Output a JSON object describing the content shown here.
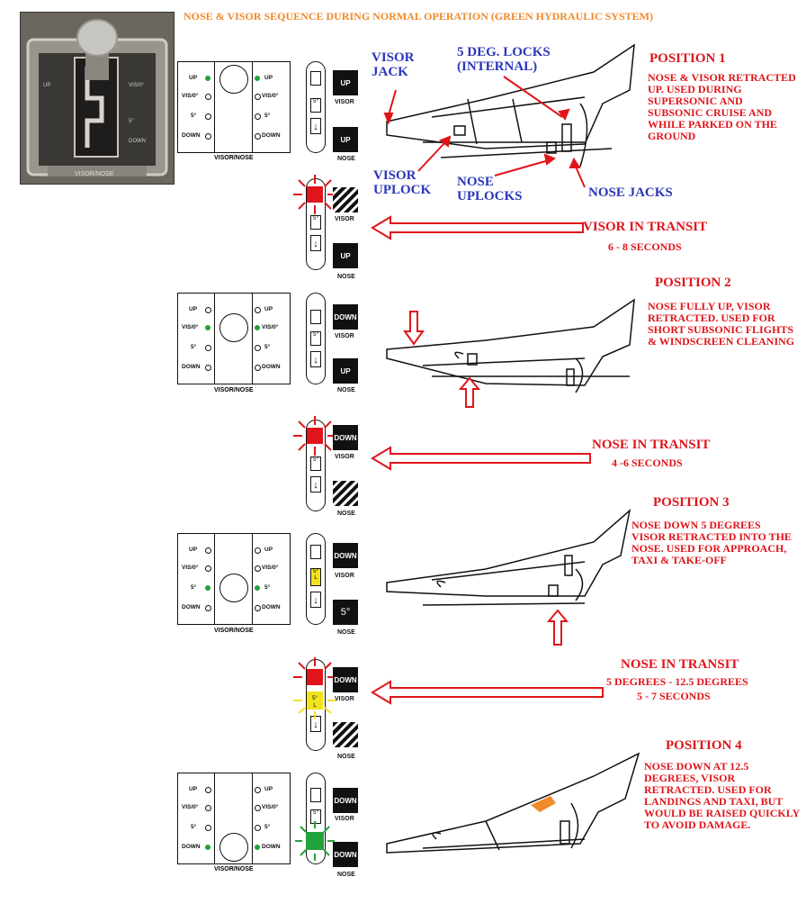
{
  "title": "NOSE & VISOR SEQUENCE DURING NORMAL OPERATION (GREEN HYDRAULIC SYSTEM)",
  "photo": {
    "labels": [
      "UP",
      "VIS/0°",
      "5°",
      "DOWN",
      "VISOR/NOSE"
    ]
  },
  "panel": {
    "labels": {
      "up": "UP",
      "vis": "VIS/0°",
      "five": "5°",
      "down": "DOWN"
    },
    "caption": "VISOR/NOSE"
  },
  "indicator": {
    "window_5": "5°",
    "window_L": "L"
  },
  "flag_labels": {
    "visor": "VISOR",
    "nose": "NOSE"
  },
  "flag_values": {
    "up": "UP",
    "down": "DOWN",
    "five_deg": "5°"
  },
  "callouts": {
    "visor_jack": "VISOR\nJACK",
    "five_deg_locks": "5 DEG. LOCKS\n(INTERNAL)",
    "visor_uplock": "VISOR\nUPLOCK",
    "nose_uplocks": "NOSE\nUPLOCKS",
    "nose_jacks": "NOSE JACKS"
  },
  "positions": [
    {
      "heading": "POSITION 1",
      "text": "NOSE & VISOR RETRACTED UP. USED DURING SUPERSONIC AND SUBSONIC CRUISE AND WHILE PARKED ON THE GROUND"
    },
    {
      "heading": "POSITION 2",
      "text": "NOSE FULLY UP, VISOR RETRACTED. USED FOR SHORT SUBSONIC FLIGHTS & WINDSCREEN CLEANING"
    },
    {
      "heading": "POSITION 3",
      "text": "NOSE DOWN 5 DEGREES VISOR RETRACTED INTO THE NOSE. USED FOR APPROACH, TAXI & TAKE-OFF"
    },
    {
      "heading": "POSITION 4",
      "text": "NOSE DOWN AT 12.5 DEGREES, VISOR RETRACTED. USED FOR LANDINGS AND TAXI, BUT WOULD BE RAISED QUICKLY TO AVOID DAMAGE."
    }
  ],
  "transits": [
    {
      "heading": "VISOR IN TRANSIT",
      "time": "6 - 8 SECONDS"
    },
    {
      "heading": "NOSE IN TRANSIT",
      "time": "4 -6 SECONDS"
    },
    {
      "heading": "NOSE IN TRANSIT",
      "time": "5 DEGREES - 12.5 DEGREES",
      "time2": "5 - 7 SECONDS"
    }
  ],
  "colors": {
    "red": "#e0141a",
    "blue": "#2a36b8",
    "orange": "#f08a2a",
    "green": "#22a23a",
    "yellow": "#f2e21a"
  }
}
